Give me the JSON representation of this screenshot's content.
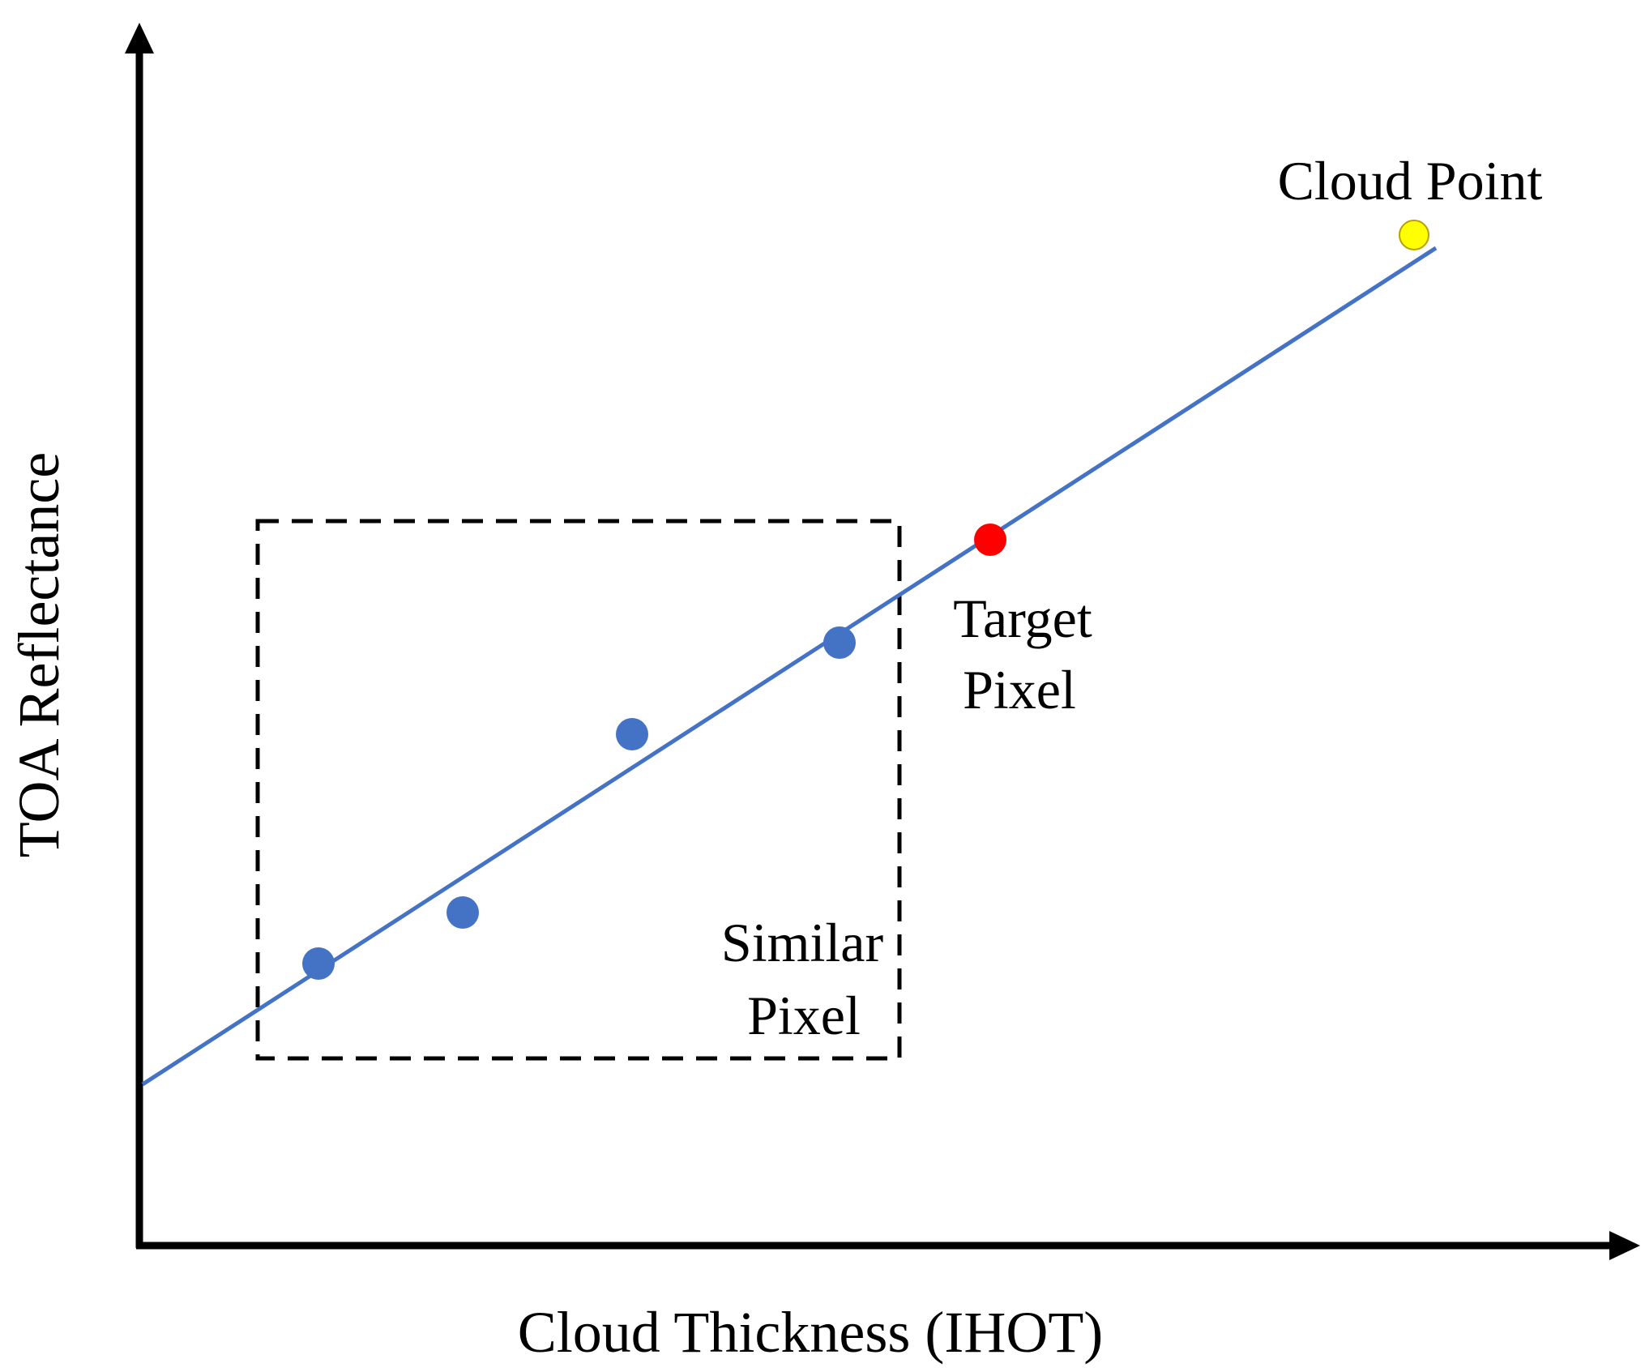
{
  "axes": {
    "x_label": "Cloud Thickness (IHOT)",
    "y_label": "TOA Reflectance"
  },
  "labels": {
    "cloud_point": "Cloud Point",
    "target_pixel_line1": "Target",
    "target_pixel_line2": "Pixel",
    "similar_pixel_line1": "Similar",
    "similar_pixel_line2": "Pixel"
  },
  "colors": {
    "axis": "#000000",
    "regression_line": "#4472C4",
    "similar_pixel": "#4472C4",
    "target_pixel": "#FF0000",
    "cloud_point": "#FFFF00",
    "window_border": "#000000"
  }
}
